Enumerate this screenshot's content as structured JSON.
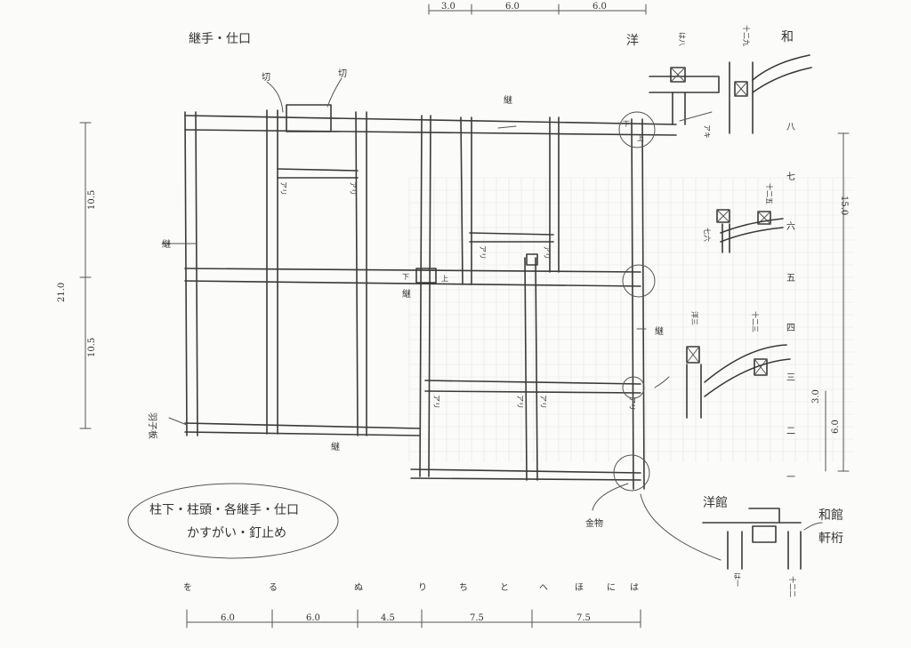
{
  "title": "継手・仕口",
  "note_lines": [
    "柱下・柱頭・各継手・仕口",
    "かすがい・釘止め"
  ],
  "labels": {
    "kiri_1": "切",
    "kiri_2": "切",
    "tsugi_top": "継",
    "tsugi_left": "継",
    "tsugi_center": "継",
    "tsugi_right": "継",
    "tsugi_bottom": "継",
    "shita_1": "下",
    "ue_1": "上",
    "shita_2": "下",
    "ue_2": "上",
    "ari": "アリ",
    "haneko": "羽子板",
    "kanamono": "金物",
    "aki": "アキ",
    "yo": "洋",
    "wa": "和",
    "yokan": "洋館",
    "wakan": "和館",
    "nokigeta": "軒桁",
    "yo_3": "洋三",
    "ha_1": "は一",
    "ha_8": "は八",
    "n12_9": "十二九",
    "n12_5": "十二五",
    "n12_3": "十二三",
    "n12_2": "十二二",
    "n7_6": "七六",
    "wa_right": "和"
  },
  "row_markers": [
    "八",
    "七",
    "六",
    "五",
    "四",
    "三",
    "二",
    "一"
  ],
  "column_markers": [
    "を",
    "る",
    "ぬ",
    "り",
    "ち",
    "と",
    "へ",
    "ほ",
    "に",
    "は"
  ],
  "dim_top": [
    "3.0",
    "6.0",
    "6.0"
  ],
  "dim_bottom": [
    "6.0",
    "6.0",
    "4.5",
    "7.5",
    "7.5"
  ],
  "dim_left": [
    "10.5",
    "21.0",
    "10.5"
  ],
  "dim_right": [
    "15.0",
    "3.0",
    "6.0"
  ]
}
